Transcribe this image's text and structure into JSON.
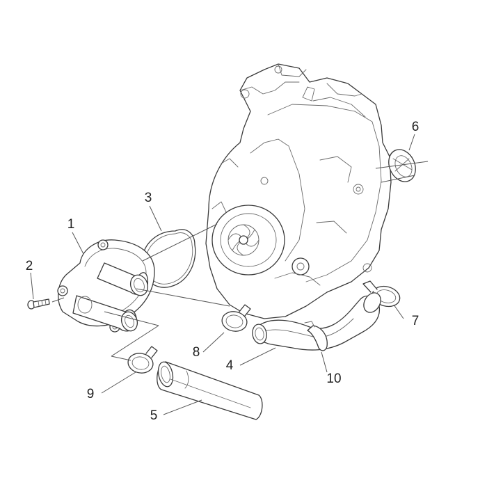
{
  "callouts": {
    "c1": "1",
    "c2": "2",
    "c3": "3",
    "c4": "4",
    "c5": "5",
    "c6": "6",
    "c7": "7",
    "c8": "8",
    "c9": "9",
    "c10": "10"
  },
  "colors": {
    "line": "#3a3a3a",
    "leader": "#555555",
    "text": "#222222",
    "background": "#ffffff"
  }
}
